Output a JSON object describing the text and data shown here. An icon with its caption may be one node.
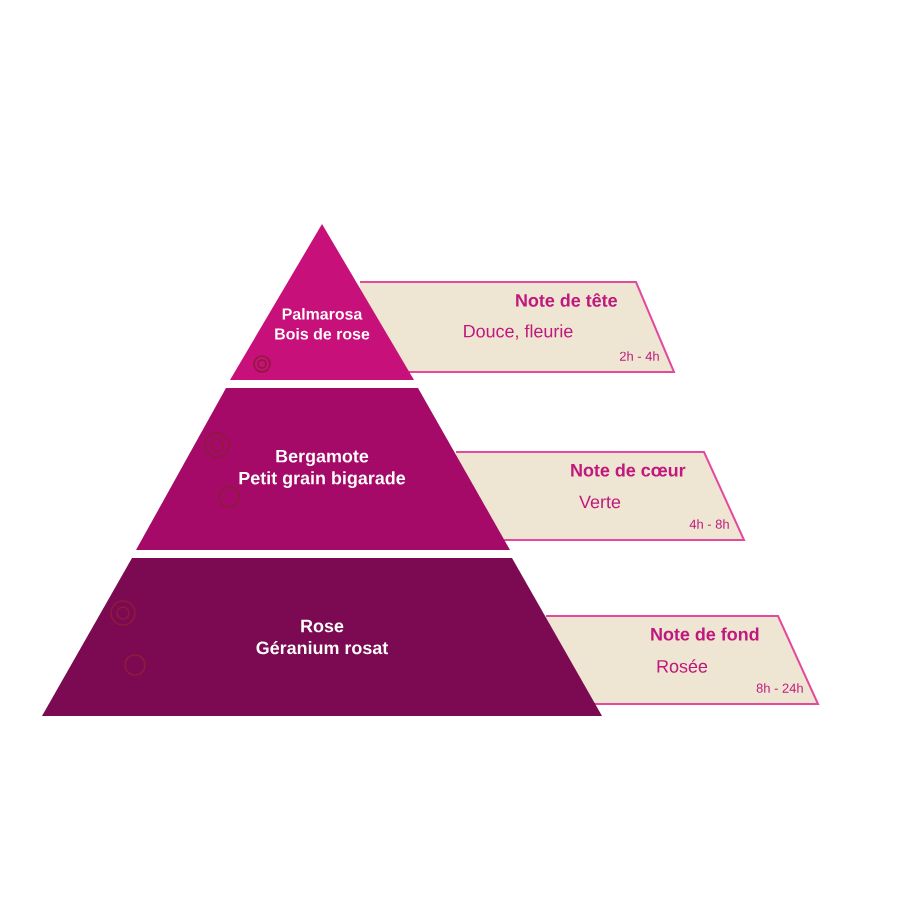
{
  "diagram": {
    "nodes": [
      {
        "text": [
          "Palmarosa",
          "Bois de rose"
        ]
      },
      {
        "text": [
          "Bergamote",
          "Petit grain bigarade"
        ]
      },
      {
        "text": [
          "Rose",
          "Géranium rosat"
        ]
      },
      {
        "text": [
          "Note de tête",
          "Douce, fleurie",
          "2h - 4h"
        ]
      },
      {
        "text": [
          "Note de cœur",
          "Verte",
          "4h - 8h"
        ]
      },
      {
        "text": [
          "Note de fond",
          "Rosée",
          "8h - 24h"
        ]
      }
    ]
  }
}
